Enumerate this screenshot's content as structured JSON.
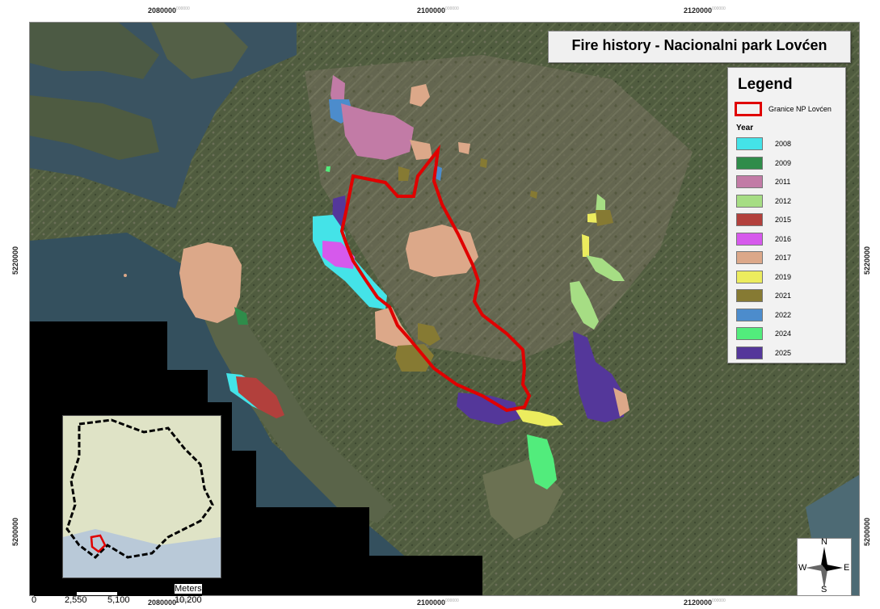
{
  "map": {
    "title": "Fire history - Nacionalni park Lovćen",
    "colors": {
      "boundary": "#e00000"
    }
  },
  "legend": {
    "title": "Legend",
    "boundary_label": "Granice NP Lovćen",
    "year_header": "Year",
    "items": [
      {
        "year": "2008",
        "color": "#44e3e8"
      },
      {
        "year": "2009",
        "color": "#2f8c4a"
      },
      {
        "year": "2011",
        "color": "#c27ba6"
      },
      {
        "year": "2012",
        "color": "#a6dd84"
      },
      {
        "year": "2015",
        "color": "#b2403c"
      },
      {
        "year": "2016",
        "color": "#d659ec"
      },
      {
        "year": "2017",
        "color": "#dca889"
      },
      {
        "year": "2019",
        "color": "#ecec5e"
      },
      {
        "year": "2021",
        "color": "#867a33"
      },
      {
        "year": "2022",
        "color": "#4c8ccc"
      },
      {
        "year": "2024",
        "color": "#52ec7c"
      },
      {
        "year": "2025",
        "color": "#54379a"
      }
    ]
  },
  "grid": {
    "top": [
      "2080000",
      "2100000",
      "2120000"
    ],
    "bottom": [
      "2080000",
      "2100000",
      "2120000"
    ],
    "left": [
      "5220000",
      "5200000"
    ],
    "right": [
      "5220000",
      "5200000"
    ],
    "suffix": "000000"
  },
  "scalebar": {
    "labels": [
      "0",
      "2,550",
      "5,100",
      "10,200"
    ],
    "unit": "Meters"
  },
  "north_arrow": {
    "n": "N",
    "s": "S",
    "e": "E",
    "w": "W"
  }
}
